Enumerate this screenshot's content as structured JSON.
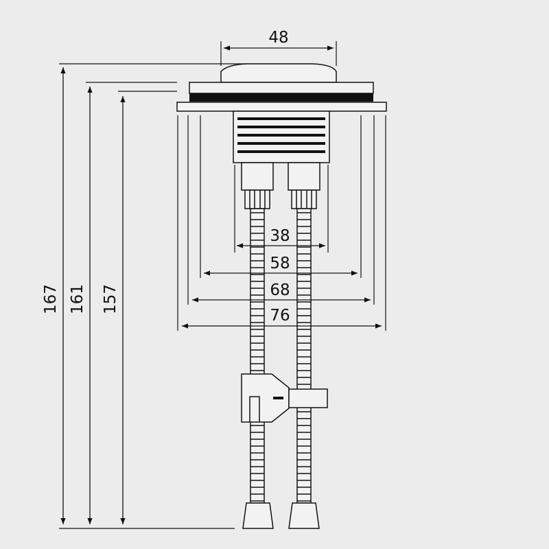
{
  "diagram": {
    "top_width": "48",
    "widths": [
      "38",
      "58",
      "68",
      "76"
    ],
    "heights": [
      "167",
      "161",
      "157"
    ]
  }
}
